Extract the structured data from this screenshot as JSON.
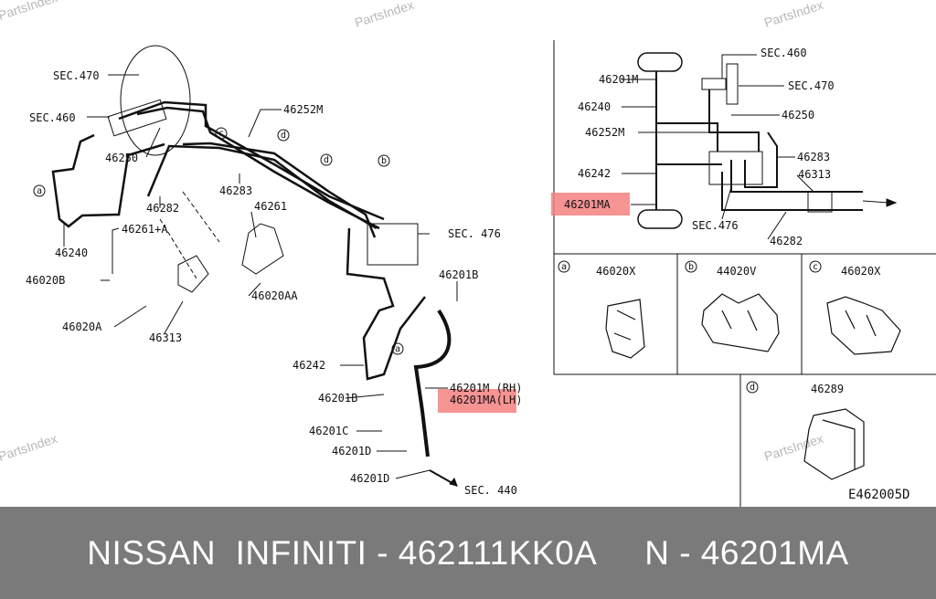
{
  "watermark": "PartsIndex",
  "highlight_color": "#f48080",
  "left_labels": {
    "sec470": "SEC.470",
    "sec460": "SEC.460",
    "p46250": "46250",
    "p46252m": "46252M",
    "p46283": "46283",
    "p46282": "46282",
    "p46240": "46240",
    "p46261a": "46261+A",
    "p46261": "46261",
    "p46020b": "46020B",
    "p46020aa": "46020AA",
    "p46020a": "46020A",
    "p46313": "46313",
    "sec476": "SEC. 476",
    "p46201b_top": "46201B",
    "p46242": "46242",
    "p46201b": "46201B",
    "p46201m_rh": "46201M (RH)",
    "p46201ma_lh": "46201MA(LH)",
    "p46201c": "46201C",
    "p46201d_1": "46201D",
    "p46201d_2": "46201D",
    "sec440": "SEC. 440"
  },
  "callouts": {
    "a": "a",
    "b": "b",
    "c": "c",
    "d": "d"
  },
  "right_labels": {
    "p46201m": "46201M",
    "sec460": "SEC.460",
    "sec470": "SEC.470",
    "p46240": "46240",
    "p46250": "46250",
    "p46252m": "46252M",
    "p46283": "46283",
    "p46313": "46313",
    "p46242": "46242",
    "p46201ma": "46201MA",
    "sec476": "SEC.476",
    "p46282": "46282"
  },
  "detail_boxes": [
    {
      "letter": "a",
      "part": "46020X"
    },
    {
      "letter": "b",
      "part": "44020V"
    },
    {
      "letter": "c",
      "part": "46020X"
    },
    {
      "letter": "d",
      "part": "46289"
    }
  ],
  "diagram_code": "E462005D",
  "footer": {
    "text": "NISSAN  INFINITI - 462111KK0A     N - 46201MA"
  }
}
